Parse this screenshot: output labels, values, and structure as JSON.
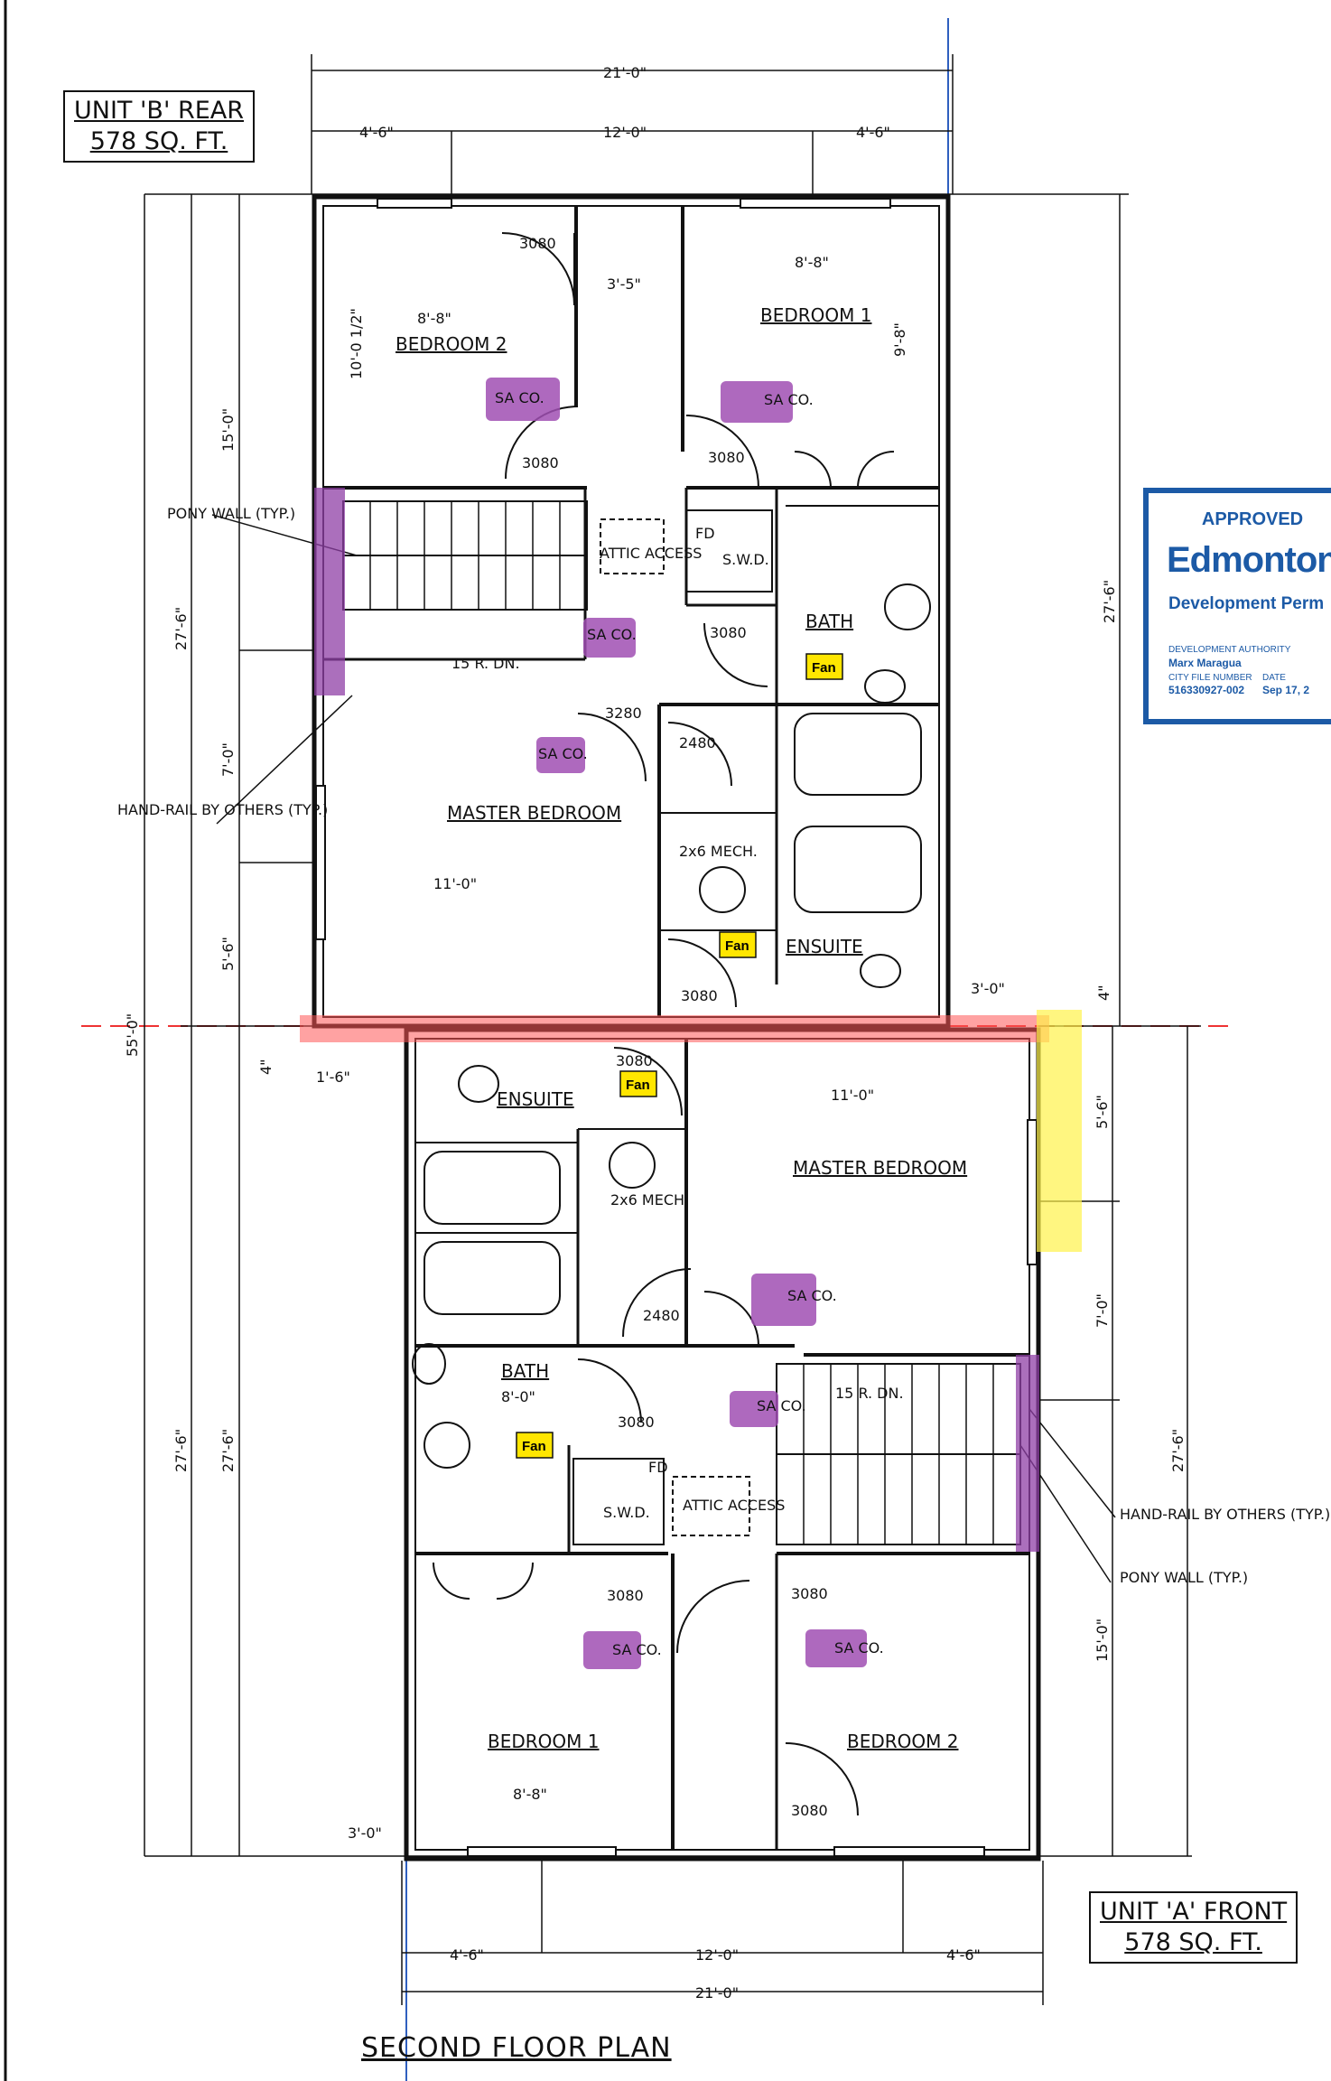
{
  "labels": {
    "unit_b_name": "UNIT 'B' REAR",
    "unit_b_area": "578 SQ. FT.",
    "unit_a_name": "UNIT 'A' FRONT",
    "unit_a_area": "578 SQ. FT.",
    "plan_title": "SECOND FLOOR PLAN"
  },
  "stamp": {
    "status": "APPROVED",
    "city": "Edmonton",
    "permit": "Development Perm",
    "authority_label": "DEVELOPMENT AUTHORITY",
    "authority_name": "Marx Maragua",
    "file_label": "CITY FILE NUMBER",
    "date_label": "DATE",
    "file_number": "516330927-002",
    "date": "Sep 17, 2"
  },
  "dims": {
    "top_overall": "21'-0\"",
    "top_left": "4'-6\"",
    "top_mid": "12'-0\"",
    "top_right": "4'-6\"",
    "left_overall": "55'-0\"",
    "b_left_27": "27'-6\"",
    "b_left_15": "15'-0\"",
    "b_left_7": "7'-0\"",
    "b_left_56": "5'-6\"",
    "b_right_27": "27'-6\"",
    "a_left_27a": "27'-6\"",
    "a_left_27b": "27'-6\"",
    "a_right_27": "27'-6\"",
    "a_right_56": "5'-6\"",
    "a_right_7": "7'-0\"",
    "a_right_15": "15'-0\"",
    "bot_left": "4'-6\"",
    "bot_mid": "12'-0\"",
    "bot_right": "4'-6\"",
    "bot_overall": "21'-0\"",
    "gap_4": "4\"",
    "gap_16": "1'-6\"",
    "gap_30a": "3'-0\"",
    "gap_30b": "3'-0\"",
    "gap_4b": "4\""
  },
  "unit_b": {
    "bedroom2": "BEDROOM 2",
    "bedroom1": "BEDROOM 1",
    "master": "MASTER BEDROOM",
    "bath": "BATH",
    "ensuite": "ENSUITE",
    "attic": "ATTIC ACCESS",
    "stairs": "15 R. DN.",
    "door_3080": "3080",
    "door_2480": "2480",
    "door_3280": "3280",
    "dim_88_a": "8'-8\"",
    "dim_88_b": "8'-8\"",
    "dim_11": "11'-0\"",
    "dim_1012": "10'-0 1/2\"",
    "dim_98": "9'-8\"",
    "dim_35": "3'-5\"",
    "mech": "2x6 MECH.",
    "pony_wall": "PONY WALL (TYP.)",
    "hand_rail": "HAND-RAIL BY OTHERS (TYP.)",
    "fd": "FD",
    "swd": "S.W.D."
  },
  "unit_a": {
    "bedroom1": "BEDROOM 1",
    "bedroom2": "BEDROOM 2",
    "master": "MASTER BEDROOM",
    "bath": "BATH",
    "ensuite": "ENSUITE",
    "attic": "ATTIC ACCESS",
    "stairs": "15 R. DN.",
    "door_3080": "3080",
    "door_2480": "2480",
    "dim_11": "11'-0\"",
    "dim_88": "8'-8\"",
    "dim_80": "8'-0\"",
    "mech": "2x6 MECH.",
    "hand_rail": "HAND-RAIL BY OTHERS (TYP.)",
    "pony_wall": "PONY WALL (TYP.)",
    "fd": "FD",
    "swd": "S.W.D."
  },
  "markers": {
    "sa_co": "SA CO.",
    "fan": "Fan"
  },
  "colors": {
    "line": "#111111",
    "sa_marker": "#a04fb3",
    "fan_marker": "#ffe600",
    "highlight_red": "#ff5555",
    "highlight_yellow": "#fff24a",
    "highlight_purple": "#8f3fa5",
    "stamp_blue": "#1c5aa6"
  }
}
